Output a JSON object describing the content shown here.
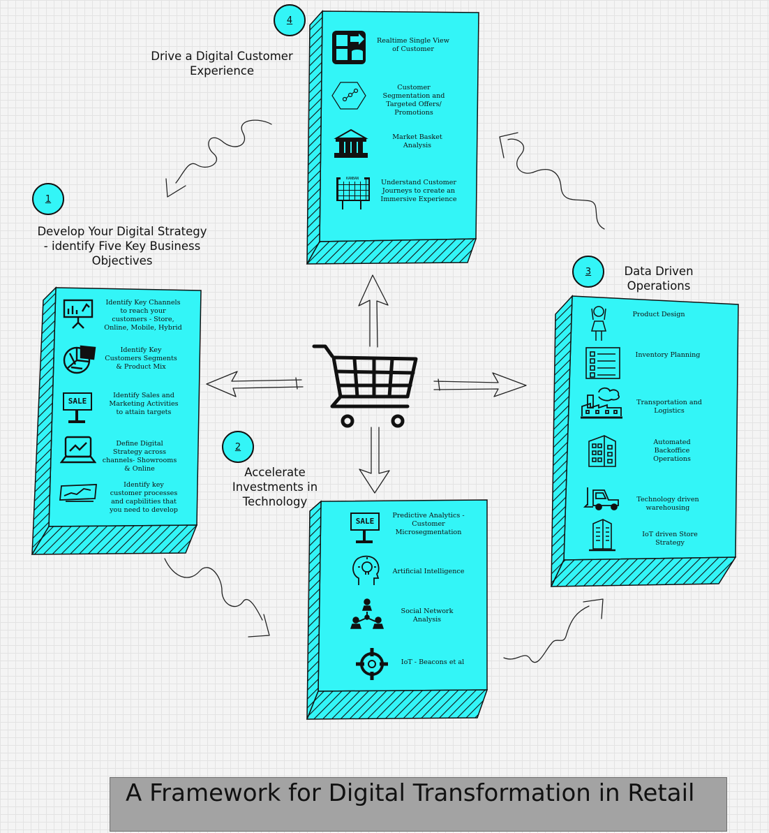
{
  "title": "A Framework for  Digital Transformation in Retail",
  "colors": {
    "panel": "#33f5f7",
    "ink": "#111111",
    "title_bar": "#a3a3a3"
  },
  "steps": [
    {
      "number": "1",
      "heading": [
        "Develop Your Digital Strategy",
        " -  identify Five Key Business",
        "Objectives"
      ],
      "items": [
        {
          "icon": "presentation-chart-icon",
          "text": [
            "Identify Key Channels",
            "to reach your",
            "customers - Store,",
            "Online, Mobile, Hybrid"
          ]
        },
        {
          "icon": "pie-chart-icon",
          "text": [
            "Identify Key",
            "Customers Segments",
            "& Product Mix"
          ]
        },
        {
          "icon": "sale-sign-icon",
          "label": "SALE",
          "text": [
            "Identify Sales and",
            "Marketing Activities",
            "to attain targets"
          ]
        },
        {
          "icon": "laptop-chart-icon",
          "text": [
            "Define Digital",
            "Strategy across",
            "channels- Showrooms",
            "& Online"
          ]
        },
        {
          "icon": "trend-board-icon",
          "text": [
            "Identify key",
            "customer processes",
            "and capbilities that",
            "you need to develop"
          ]
        }
      ]
    },
    {
      "number": "2",
      "heading": [
        "Accelerate",
        "Investments in",
        "Technology"
      ],
      "items": [
        {
          "icon": "sale-sign-icon",
          "label": "SALE",
          "text": [
            "Predictive Analytics -",
            "Customer",
            "Microsegmentation"
          ]
        },
        {
          "icon": "head-lightbulb-icon",
          "text": [
            "Artificial Intelligence"
          ]
        },
        {
          "icon": "social-network-icon",
          "text": [
            "Social Network",
            "Analysis"
          ]
        },
        {
          "icon": "target-crosshair-icon",
          "text": [
            "IoT - Beacons et al"
          ]
        }
      ]
    },
    {
      "number": "3",
      "heading": [
        "Data Driven",
        "Operations"
      ],
      "items": [
        {
          "icon": "person-designer-icon",
          "text": [
            "Product Design"
          ]
        },
        {
          "icon": "checklist-icon",
          "text": [
            "Inventory Planning"
          ]
        },
        {
          "icon": "factory-icon",
          "text": [
            "Transportation and",
            "Logistics"
          ]
        },
        {
          "icon": "office-building-icon",
          "text": [
            "Automated",
            "Backoffice",
            "Operations"
          ]
        },
        {
          "icon": "forklift-icon",
          "text": [
            "Technology driven",
            "warehousing"
          ]
        },
        {
          "icon": "tower-building-icon",
          "text": [
            "IoT driven Store",
            "Strategy"
          ]
        }
      ]
    },
    {
      "number": "4",
      "heading": [
        "Drive a Digital Customer",
        "Experience"
      ],
      "items": [
        {
          "icon": "single-view-icon",
          "text": [
            "Realtime Single View",
            "of Customer"
          ]
        },
        {
          "icon": "segmentation-hexagon-icon",
          "text": [
            "Customer",
            "Segmentation and",
            "Targeted Offers/",
            "Promotions"
          ]
        },
        {
          "icon": "bank-icon",
          "text": [
            "Market Basket",
            "Analysis"
          ]
        },
        {
          "icon": "kanban-board-icon",
          "label": "KANBAN",
          "text": [
            "Understand Customer",
            "Journeys to create an",
            "Immersive Experience"
          ]
        }
      ]
    }
  ]
}
